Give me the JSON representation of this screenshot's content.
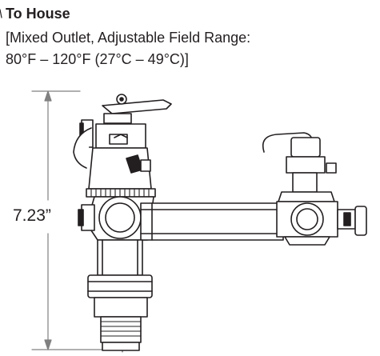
{
  "caption": {
    "title": "To House",
    "line1": "[Mixed Outlet, Adjustable Field Range:",
    "line2": "80°F – 120°F (27°C – 49°C)]"
  },
  "dimension": {
    "height_label": "7.23”"
  },
  "colors": {
    "ink": "#231f20",
    "fill": "#ffffff",
    "dim_line": "#808080"
  }
}
